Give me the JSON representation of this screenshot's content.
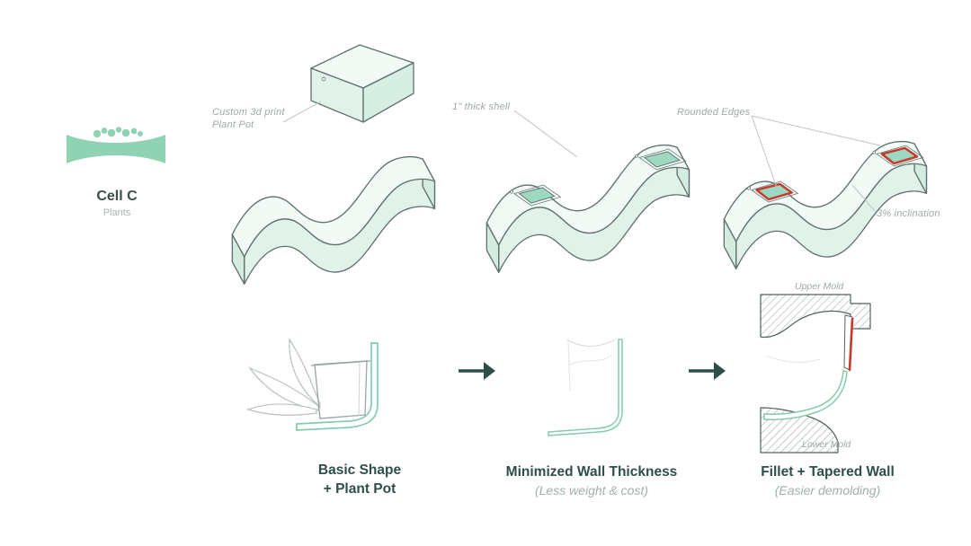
{
  "legend": {
    "title": "Cell C",
    "subtitle": "Plants"
  },
  "annotations": {
    "custom_print_1": "Custom 3d print",
    "custom_print_2": "Plant Pot",
    "thick_shell": "1\" thick shell",
    "rounded_edges": "Rounded Edges",
    "inclination": "3% inclination",
    "upper_mold": "Upper Mold",
    "lower_mold": "Lower Mold"
  },
  "captions": {
    "step1_line1": "Basic Shape",
    "step1_line2": "+ Plant Pot",
    "step2_title": "Minimized Wall Thickness",
    "step2_sub": "(Less weight & cost)",
    "step3_title": "Fillet + Tapered Wall",
    "step3_sub": "(Easier demolding)"
  },
  "colors": {
    "mint": "#8fd3b4",
    "mint_surface": "#f1faf5",
    "mint_face": "#e1f2e9",
    "mint_pocket": "#9dd8c0",
    "outline": "#5f7070",
    "section_line": "#82ccab",
    "text_dark": "#2e4e4a",
    "text_gray": "#9fa9a9",
    "accent_red": "#c23b2e"
  }
}
